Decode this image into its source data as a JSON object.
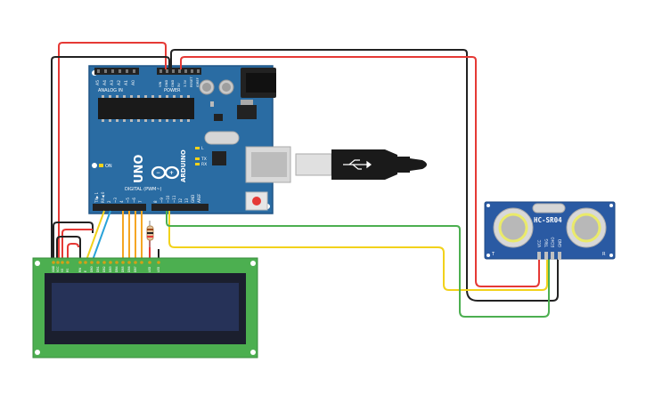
{
  "arduino": {
    "brand": "ARDUINO",
    "model": "UNO",
    "header_analog": "ANALOG IN",
    "header_power": "POWER",
    "header_digital": "DIGITAL (PWM~)",
    "analog_pins": [
      "A5",
      "A4",
      "A3",
      "A2",
      "A1",
      "A0"
    ],
    "power_pins": [
      "VIN",
      "GND",
      "GND",
      "5V",
      "3.3V",
      "RESET",
      "IOREF"
    ],
    "digital_pins_left": [
      "TX▶ 1",
      "RX◀ 0",
      "2",
      "~3",
      "4",
      "~5",
      "~6",
      "7"
    ],
    "digital_pins_right": [
      "8",
      "~9",
      "~10",
      "~11",
      "12",
      "13",
      "GND",
      "AREF"
    ],
    "led_labels": [
      "TX",
      "RX",
      "L"
    ],
    "on_label": "ON",
    "reset_icon": "reset-button",
    "infinity_logo": "arduino-logo"
  },
  "sensor": {
    "model": "HC-SR04",
    "pins": [
      "VCC",
      "TRIG",
      "ECHO",
      "GND"
    ],
    "corner_left": "T",
    "corner_right": "R"
  },
  "lcd": {
    "pins": [
      "GND",
      "VCC",
      "V0",
      "RS",
      "RW",
      "E",
      "DB0",
      "DB1",
      "DB2",
      "DB3",
      "DB4",
      "DB5",
      "DB6",
      "DB7",
      "LED",
      "LED"
    ]
  },
  "colors": {
    "board": "#2a6ca3",
    "board_dark": "#1f5586",
    "lcd_pcb": "#4caf50",
    "lcd_screen": "#263258",
    "sensor_pcb": "#2a5aa3",
    "wire_red": "#e53935",
    "wire_black": "#222222",
    "wire_yellow": "#f2d21b",
    "wire_green": "#4caf50",
    "wire_orange": "#f5a623",
    "wire_blue": "#29a3d9",
    "usb_cable": "#1a1a1a"
  }
}
